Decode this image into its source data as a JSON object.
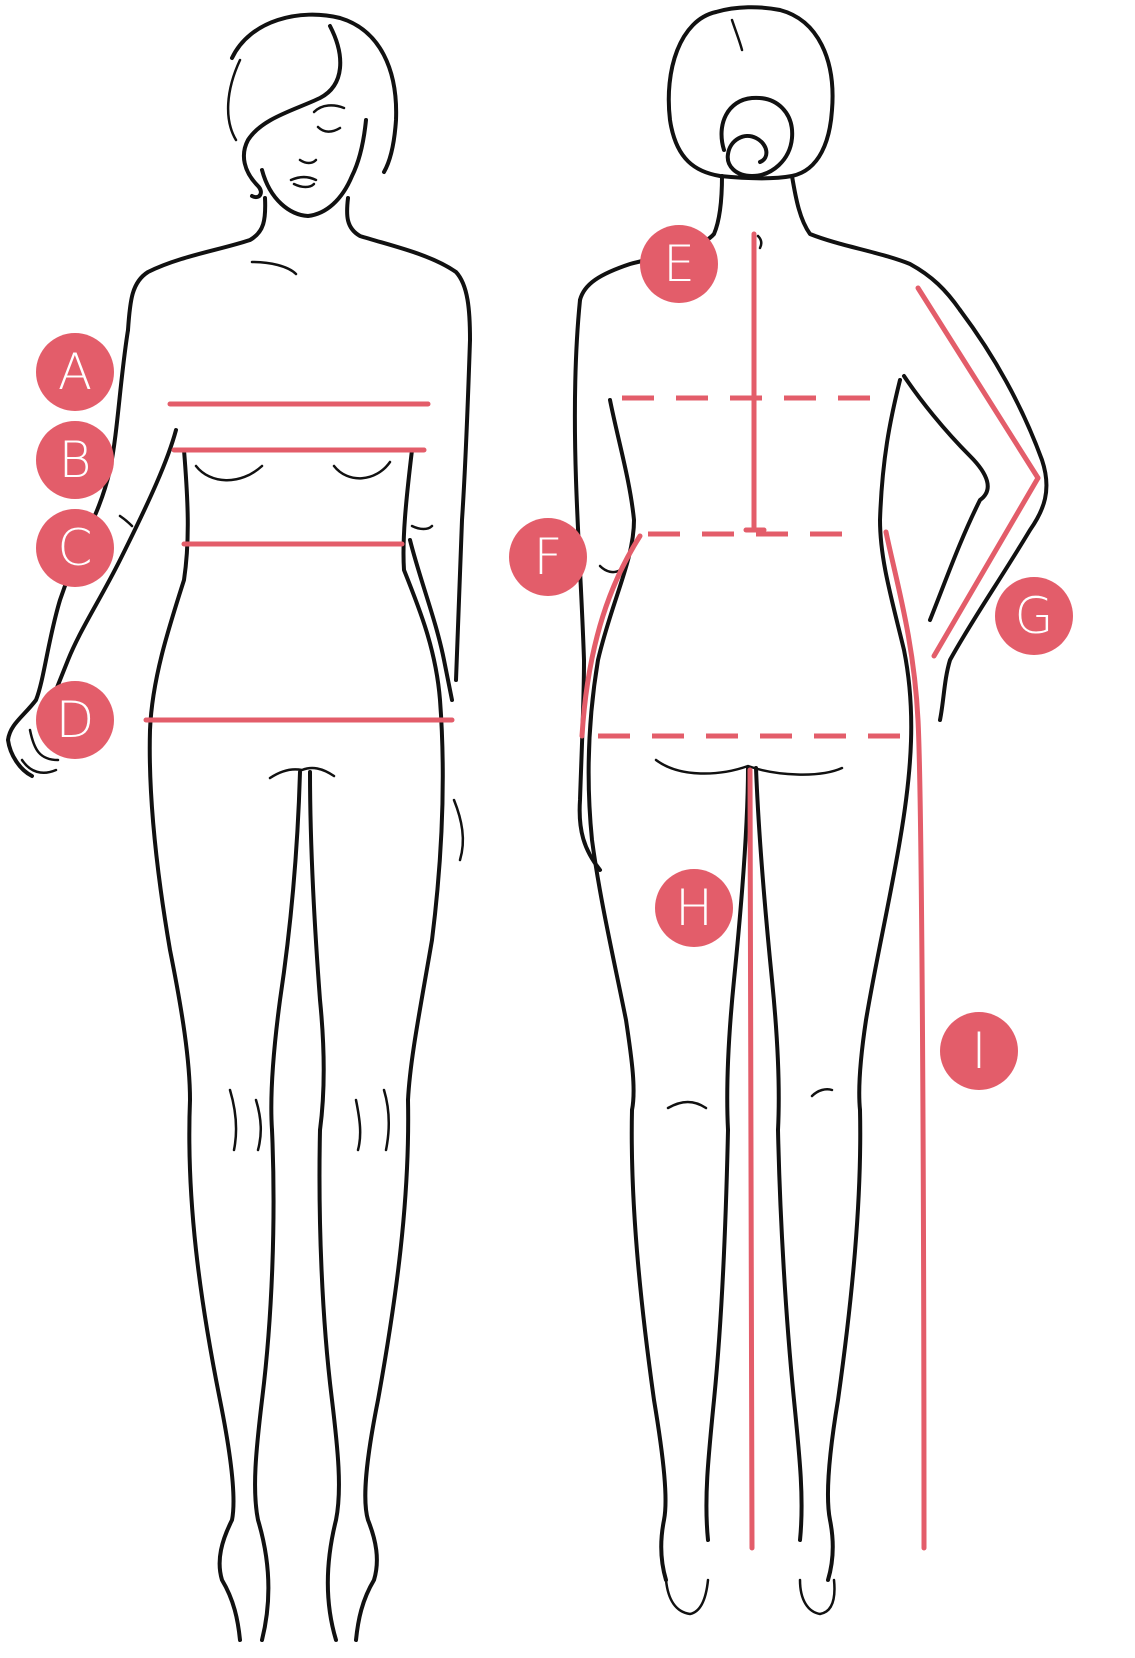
{
  "colors": {
    "accent": "#e35d6a",
    "outline": "#111111",
    "background": "#ffffff"
  },
  "figures": {
    "front": "front-view-woman",
    "back": "back-view-woman"
  },
  "badges": {
    "a": "A",
    "b": "B",
    "c": "C",
    "d": "D",
    "e": "E",
    "f": "F",
    "g": "G",
    "h": "H",
    "i": "I"
  }
}
